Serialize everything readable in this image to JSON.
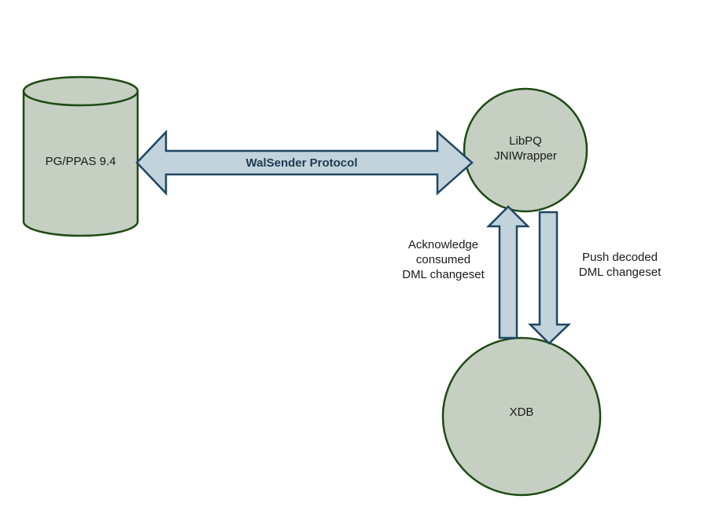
{
  "diagram": {
    "nodes": [
      {
        "id": "pg",
        "shape": "cylinder",
        "label": "PG/PPAS 9.4"
      },
      {
        "id": "libpq",
        "shape": "circle",
        "label_lines": [
          "LibPQ",
          "JNIWrapper"
        ]
      },
      {
        "id": "xdb",
        "shape": "circle",
        "label": "XDB"
      }
    ],
    "edges": [
      {
        "from": "pg",
        "to": "libpq",
        "type": "bidirectional",
        "label": "WalSender Protocol"
      },
      {
        "from": "xdb",
        "to": "libpq",
        "type": "directed",
        "label_lines": [
          "Acknowledge",
          "consumed",
          "DML changeset"
        ]
      },
      {
        "from": "libpq",
        "to": "xdb",
        "type": "directed",
        "label_lines": [
          "Push decoded",
          "DML changeset"
        ]
      }
    ],
    "colors": {
      "node_fill": "#c5d0c2",
      "node_stroke": "#1f4a14",
      "arrow_fill": "#c2d3db",
      "arrow_stroke": "#1e4664",
      "text": "#1a1a1a"
    }
  }
}
